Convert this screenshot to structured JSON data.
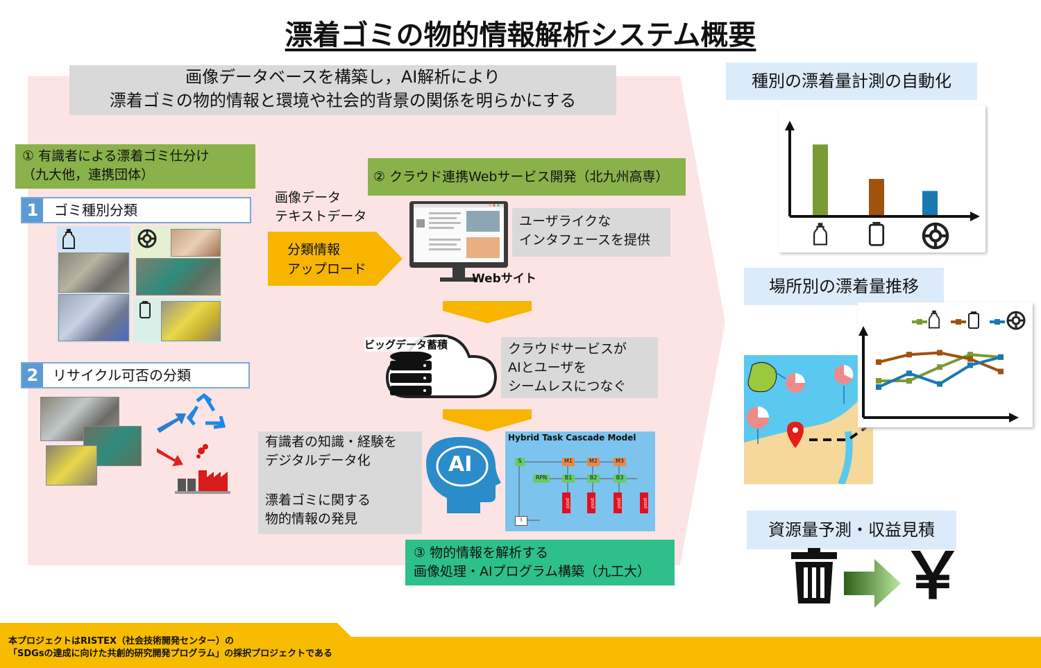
{
  "title": "漂着ゴミの物的情報解析システム概要",
  "banner": {
    "line1": "画像データベースを構築し，AI解析により",
    "line2": "漂着ゴミの物的情報と環境や社会的背景の関係を明らかにする"
  },
  "step1": {
    "line1": "① 有識者による漂着ゴミ仕分け",
    "line2": "（九大他，連携団体）"
  },
  "section1": {
    "num": "1",
    "label": "ゴミ種別分類"
  },
  "section2": {
    "num": "2",
    "label": "リサイクル可否の分類"
  },
  "data_labels": {
    "line1": "画像データ",
    "line2": "テキストデータ"
  },
  "upload": {
    "line1": "分類情報",
    "line2": "アップロード"
  },
  "step2": {
    "label": "② クラウド連携Webサービス開発（北九州高専）"
  },
  "website_label": "Webサイト",
  "ui_note": {
    "line1": "ユーザライクな",
    "line2": "インタフェースを提供"
  },
  "bigdata_label": "ビッグデータ蓄積",
  "cloud_note": {
    "line1": "クラウドサービスが",
    "line2": "AIとユーザを",
    "line3": "シームレスにつなぐ"
  },
  "expert_note": {
    "line1": "有識者の知識・経験を",
    "line2": "デジタルデータ化",
    "line3": "漂着ゴミに関する",
    "line4": "物的情報の発見"
  },
  "model": {
    "title": "Hybrid Task Cascade Model",
    "nodes": {
      "s": "S",
      "rpn": "RPN",
      "m1": "M1",
      "m2": "M2",
      "m3": "M3",
      "b1": "B1",
      "b2": "B2",
      "b3": "B3",
      "pool": "pool",
      "i": "I"
    }
  },
  "ai_label": "AI",
  "step3": {
    "line1": "③ 物的情報を解析する",
    "line2": "画像処理・AIプログラム構築（九工大）"
  },
  "right": {
    "auto": "種別の漂着量計測の自動化",
    "trend": "場所別の漂着量推移",
    "resource": "資源量予測・収益見積",
    "yen": "￥"
  },
  "footer": {
    "line1": "本プロジェクトはRISTEX（社会技術開発センター）の",
    "line2": "「SDGsの達成に向けた共創的研究開発プログラム」の採択プロジェクトである"
  },
  "colors": {
    "bottle": "#7a9a36",
    "can": "#a0520f",
    "ring": "#1a78b0",
    "footer": "#f7bc00",
    "upload": "#f7b500"
  },
  "chart_data": [
    {
      "type": "bar",
      "categories": [
        "bottle-icon",
        "can-icon",
        "lifebuoy-icon"
      ],
      "values": [
        0.82,
        0.42,
        0.28
      ],
      "title": "",
      "xlabel": "",
      "ylabel": "",
      "ylim": [
        0,
        1
      ],
      "grid": false
    },
    {
      "type": "line",
      "x": [
        1,
        2,
        3,
        4,
        5
      ],
      "series": [
        {
          "icon": "bottle-icon",
          "values": [
            0.3,
            0.3,
            0.52,
            0.72,
            0.68
          ]
        },
        {
          "icon": "can-icon",
          "values": [
            0.6,
            0.72,
            0.75,
            0.65,
            0.45
          ]
        },
        {
          "icon": "lifebuoy-icon",
          "values": [
            0.2,
            0.42,
            0.25,
            0.55,
            0.68
          ]
        }
      ],
      "title": "",
      "xlabel": "",
      "ylabel": "",
      "ylim": [
        0,
        1
      ],
      "grid": false,
      "legend": "top-right"
    }
  ]
}
